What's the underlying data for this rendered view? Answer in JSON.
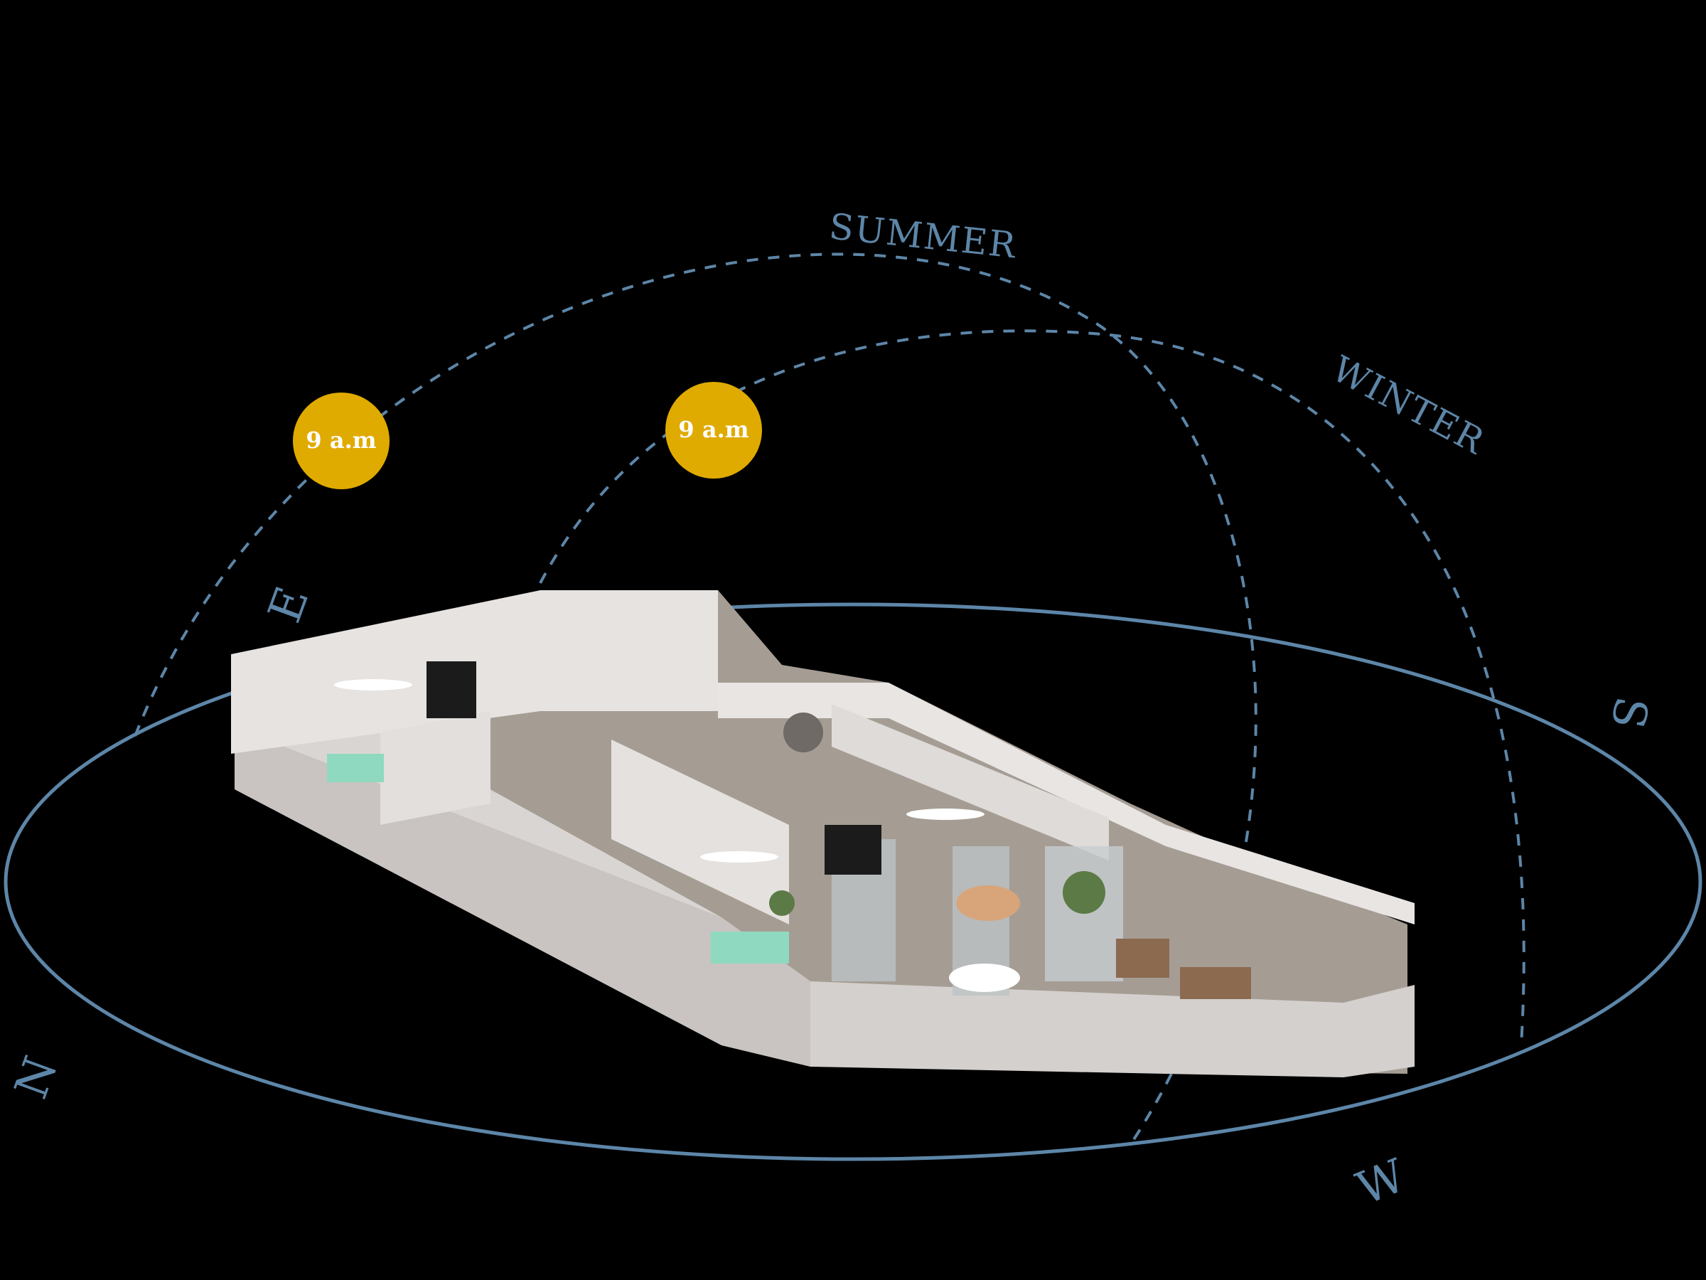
{
  "paths": {
    "summer_label": "SUMMER",
    "winter_label": "WINTER"
  },
  "suns": [
    {
      "label": "9 a.m",
      "path": "summer"
    },
    {
      "label": "9 a.m",
      "path": "winter"
    }
  ],
  "compass": {
    "east": "E",
    "south": "S",
    "north": "N",
    "west": "W"
  },
  "colors": {
    "background": "#000000",
    "path_line": "#5d86a8",
    "sun": "#e0ab00",
    "wall": "#d8d4d2"
  }
}
